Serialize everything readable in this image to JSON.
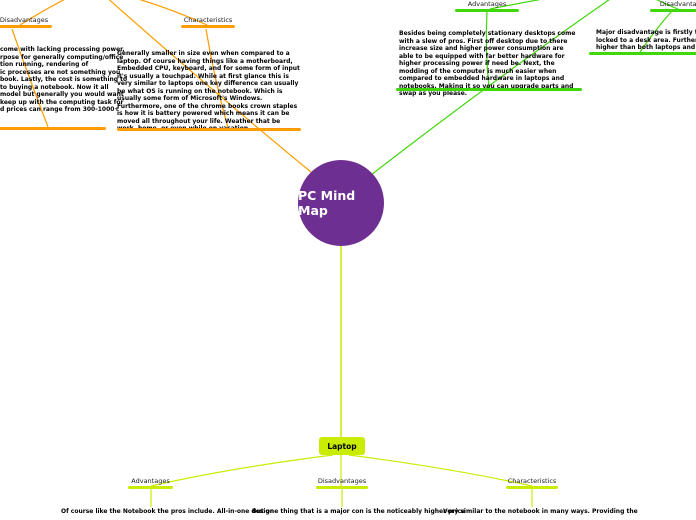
{
  "center_node": {
    "label": "PC Mind Map",
    "color": "#6e2f92",
    "text_color": "#ffffff"
  },
  "colors": {
    "notebook_branch": "#ff9d00",
    "desktop_branch": "#3fd60a",
    "laptop_branch": "#c9ec00"
  },
  "branches": {
    "notebook": {
      "disadvantages": {
        "label": "Disadvantages",
        "text": "come with lacking processing power,\nrpose for generally computing/office\ntion running, rendering of\nic processes are not something you\nbook. Lastly, the cost is something to\nto buying a notebook. Now it all\nmodel but generally you would want\nkeep up with the computing task for\nd prices can range from 300-1000+"
      },
      "characteristics": {
        "label": "Characteristics",
        "text": "Generally smaller in size even when compared to a laptop. Of course having things like a motherboard, Embedded CPU, keyboard, and for some form of input it's usually a touchpad. While at first glance this is very similar to laptops one key difference can usually be what OS is running on the notebook. Which is usually some form of Microsoft's Windows. Furthermore, one of the chrome books crown staples is how it is battery powered which means it can be moved all throughout your life. Weather that be work, home, or even while on vacation."
      }
    },
    "desktop": {
      "advantages": {
        "label": "Advantages",
        "text": "Besides being completely stationary desktops come with a slew of pros. First off desktop due to there increase size and higher power consumption are able to be equipped with far better hardware for higher processing power if need be. Next, the modding of the computer is much easier when compared to embedded hardware in laptops and notebooks. Making it so you can upgrade parts and swap as you please."
      },
      "disadvantages": {
        "label": "Disadvantages",
        "text": "Major disadvantage is firstly that is desktop\nlocked to a desk area. Furthermore, the cost\nhigher than both laptops and Notebooks."
      }
    },
    "laptop": {
      "node_label": "Laptop",
      "advantages": {
        "label": "Advantages",
        "text": "Of course like the Notebook the pros include. All-in-one design"
      },
      "disadvantages": {
        "label": "Disadvantages",
        "text": "But one thing that is a major con is the noticeably higher price"
      },
      "characteristics": {
        "label": "Characteristics",
        "text": "Very similar to the notebook in many ways. Providing the"
      }
    }
  }
}
